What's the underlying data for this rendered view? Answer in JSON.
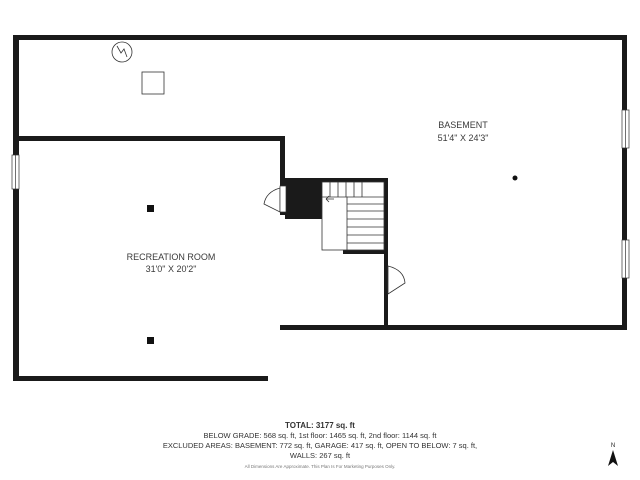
{
  "rooms": {
    "basement": {
      "name": "BASEMENT",
      "dims": "51'4\" X 24'3\""
    },
    "recreation": {
      "name": "RECREATION ROOM",
      "dims": "31'0\" X 20'2\""
    }
  },
  "summary": {
    "total": "TOTAL: 3177 sq. ft",
    "line1": "BELOW GRADE: 568 sq. ft, 1st floor: 1465 sq. ft, 2nd floor: 1144 sq. ft",
    "line2": "EXCLUDED AREAS: BASEMENT: 772 sq. ft, GARAGE: 417 sq. ft, OPEN TO BELOW: 7 sq. ft,",
    "line3": "WALLS: 267 sq. ft",
    "disclaimer": "All Dimensions Are Approximate. This Plan Is For Marketing Purposes Only."
  },
  "compass": {
    "label": "N",
    "icon": "north-arrow-icon"
  }
}
